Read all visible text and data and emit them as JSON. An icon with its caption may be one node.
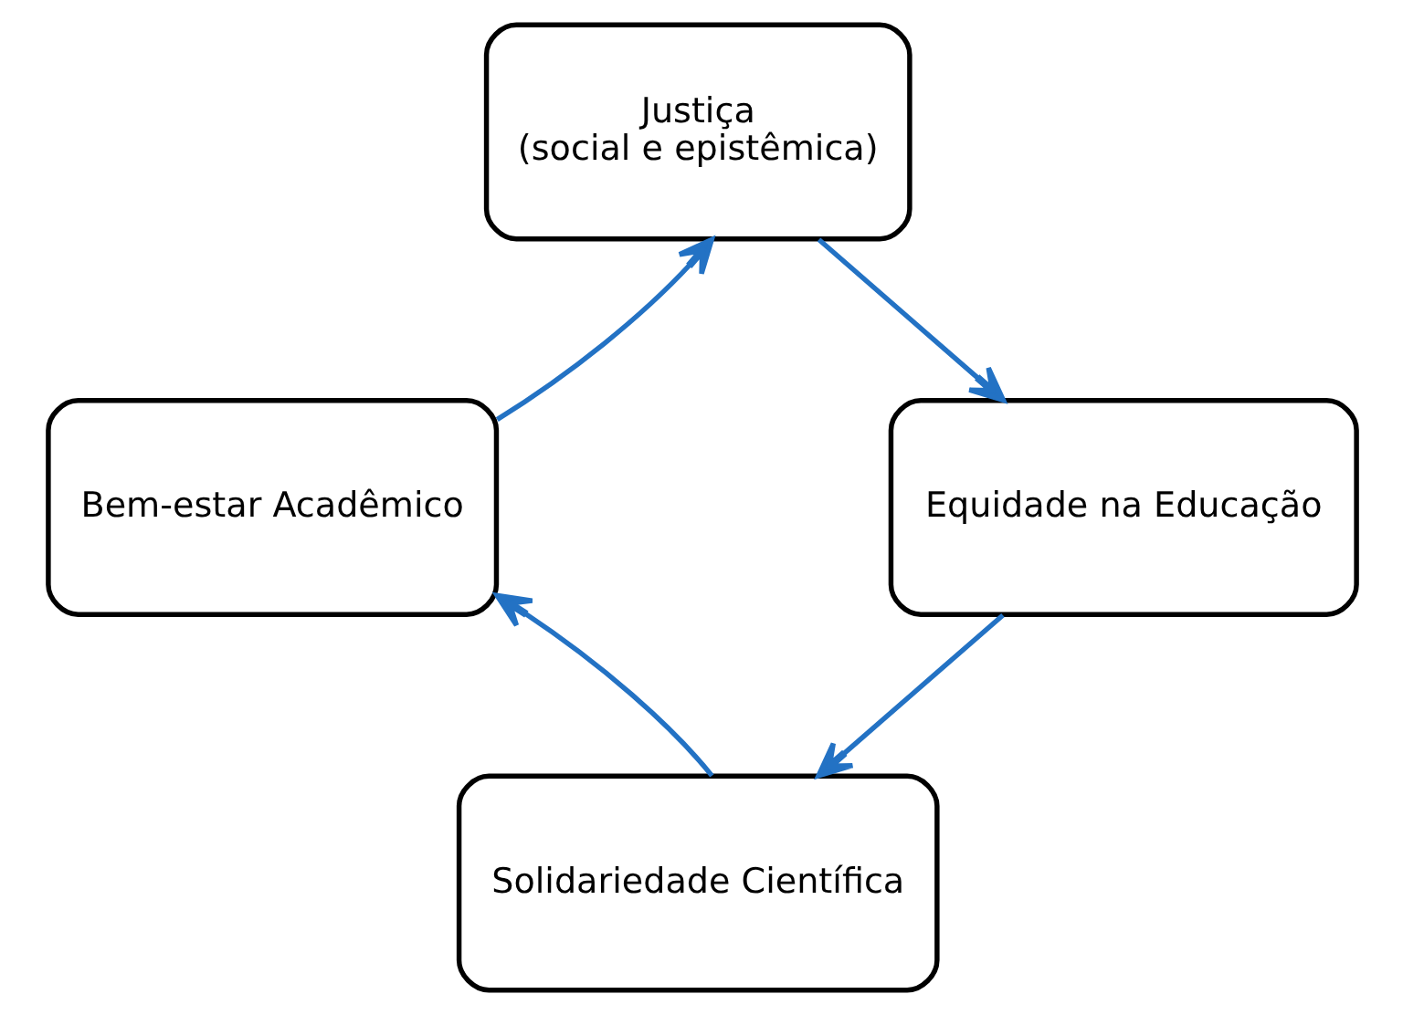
{
  "diagram": {
    "nodes": [
      {
        "text": [
          "Justiça",
          "(social e epistêmica)"
        ]
      },
      {
        "text": [
          "Equidade na Educação"
        ]
      },
      {
        "text": [
          "Solidariedade Científica"
        ]
      },
      {
        "text": [
          "Bem-estar Acadêmico"
        ]
      }
    ],
    "edges": [
      {
        "from": 0,
        "to": 1,
        "arrow": "to",
        "color": "#2372c4"
      },
      {
        "from": 1,
        "to": 2,
        "arrow": "to",
        "color": "#2372c4"
      },
      {
        "from": 2,
        "to": 3,
        "arrow": "to",
        "color": "#2372c4"
      },
      {
        "from": 3,
        "to": 0,
        "arrow": "to",
        "color": "#2372c4"
      }
    ]
  }
}
